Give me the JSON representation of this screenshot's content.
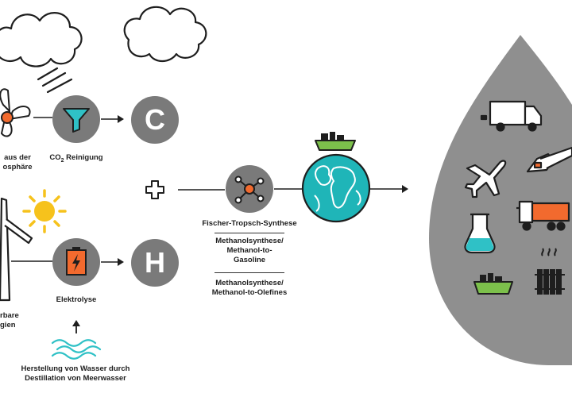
{
  "labels": {
    "air_line1": "aus der",
    "air_line2": "osphäre",
    "co2_prefix": "CO",
    "co2_sub": "2",
    "co2_suffix": " Reinigung",
    "carbon_letter": "C",
    "hydrogen_letter": "H",
    "plus_sign": "+",
    "elektrolyse": "Elektrolyse",
    "renew_line1": "rbare",
    "renew_line2": "gien",
    "water_line1": "Herstellung von Wasser durch",
    "water_line2": "Destillation von Meerwasser",
    "process_ft": "Fischer-Tropsch-Synthese",
    "process_mtg_1": "Methanolsynthese/",
    "process_mtg_2": "Methanol-to-",
    "process_mtg_3": "Gasoline",
    "process_mto_1": "Methanolsynthese/",
    "process_mto_2": "Methanol-to-Olefines"
  },
  "colors": {
    "circle_gray": "#7a7a7a",
    "drop_gray": "#8f8f8f",
    "accent_orange": "#f26a2e",
    "accent_teal": "#2fc1c6",
    "ship_green": "#7cc04b",
    "sun_yellow": "#f6c21c",
    "globe_teal": "#1fb5b8",
    "ink": "#1e1e1e"
  },
  "icons": {
    "drop_uses": [
      "truck-icon",
      "airplane-icon",
      "chainsaw-icon",
      "tanker-truck-icon",
      "flask-icon",
      "ship-icon",
      "radiator-icon"
    ]
  }
}
